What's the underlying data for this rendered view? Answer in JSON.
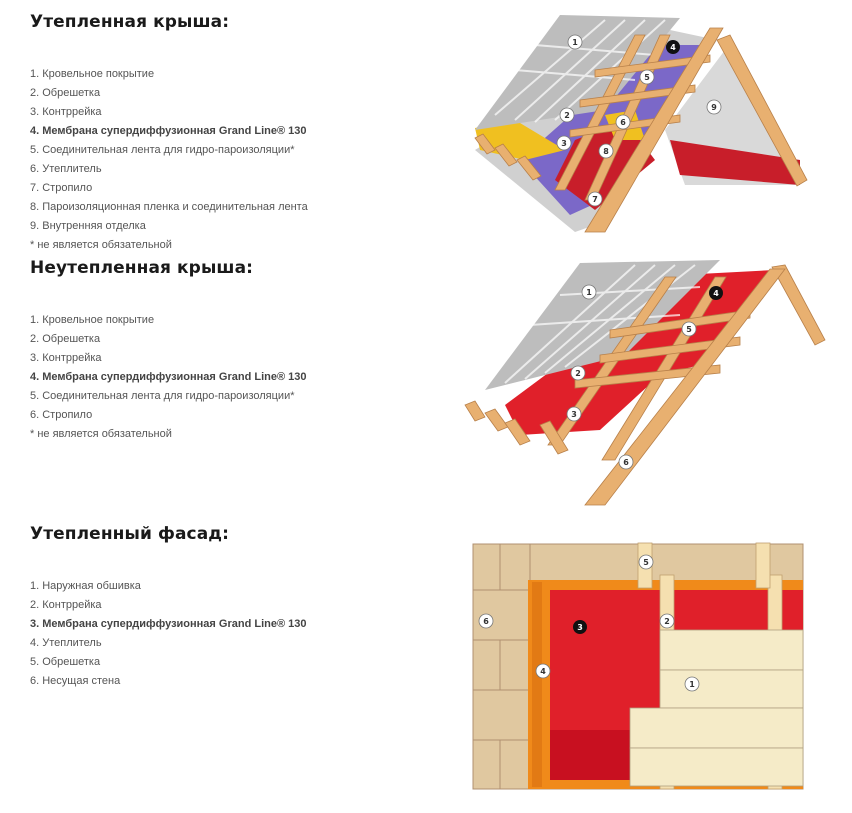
{
  "sections": [
    {
      "title": "Утепленная крыша:",
      "items": [
        "1. Кровельное покрытие",
        "2. Обрешетка",
        "3. Контррейка",
        "4. Мембрана супердиффузионная Grand Line® 130",
        "5. Соединительная лента для гидро-пароизоляции*",
        "6. Утеплитель",
        "7. Стропило",
        "8. Пароизоляционная пленка и соединительная лента",
        "9. Внутренняя отделка",
        "* не является обязательной"
      ]
    },
    {
      "title": "Неутепленная крыша:",
      "items": [
        "1. Кровельное покрытие",
        "2. Обрешетка",
        "3. Контррейка",
        "4. Мембрана супердиффузионная Grand Line® 130",
        "5. Соединительная лента для гидро-пароизоляции*",
        "6. Стропило",
        "* не является обязательной"
      ]
    },
    {
      "title": "Утепленный фасад:",
      "items": [
        "1. Наружная обшивка",
        "2. Контррейка",
        "3. Мембрана супердиффузионная Grand Line® 130",
        "4. Утеплитель",
        "5. Обрешетка",
        "6. Несущая стена"
      ]
    }
  ],
  "diagrams": {
    "roof_insulated_labels": [
      "1",
      "2",
      "3",
      "4",
      "5",
      "6",
      "7",
      "8",
      "9"
    ],
    "roof_uninsulated_labels": [
      "1",
      "2",
      "3",
      "4",
      "5",
      "6"
    ],
    "facade_labels": [
      "1",
      "2",
      "3",
      "4",
      "5",
      "6"
    ]
  },
  "colors": {
    "membrane_purple": "#7b68c8",
    "membrane_red": "#e0202a",
    "wood": "#e8b070",
    "insulation_yellow": "#f0c020",
    "roof_tile": "#b8b8b8"
  }
}
